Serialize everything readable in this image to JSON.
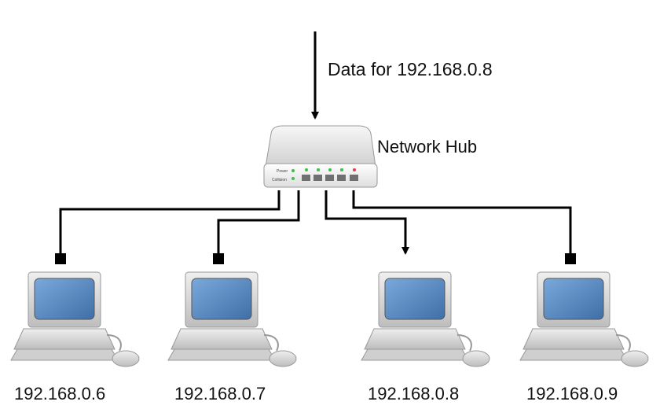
{
  "data_label": "Data for 192.168.0.8",
  "hub": {
    "label": "Network Hub",
    "power_label": "Power",
    "collision_label": "Collision"
  },
  "computers": [
    {
      "ip": "192.168.0.6",
      "receives_data": false
    },
    {
      "ip": "192.168.0.7",
      "receives_data": false
    },
    {
      "ip": "192.168.0.8",
      "receives_data": true
    },
    {
      "ip": "192.168.0.9",
      "receives_data": false
    }
  ],
  "colors": {
    "wire": "#000000",
    "screen": "#5b8fc7",
    "body": "#d9d9d9",
    "power_led": "#3fbf3f",
    "collision_led": "#e04040"
  }
}
